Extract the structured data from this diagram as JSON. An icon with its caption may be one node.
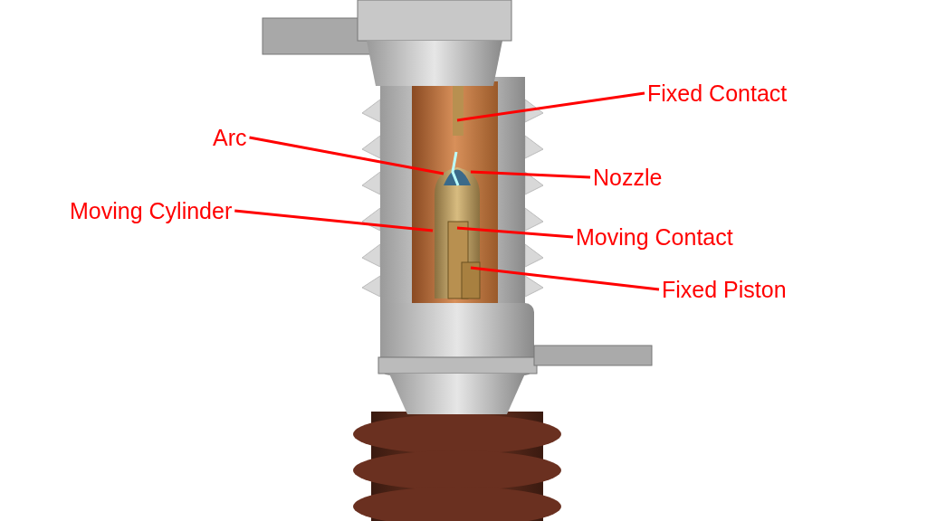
{
  "diagram": {
    "nodes": [
      {
        "text": [
          "Fixed Contact"
        ]
      },
      {
        "text": [
          "Arc"
        ]
      },
      {
        "text": [
          "Nozzle"
        ]
      },
      {
        "text": [
          "Moving Cylinder"
        ]
      },
      {
        "text": [
          "Moving Contact"
        ]
      },
      {
        "text": [
          "Fixed Piston"
        ]
      }
    ],
    "edges": [
      {
        "from": 0,
        "to": null,
        "arrow": "none"
      },
      {
        "from": 1,
        "to": null,
        "arrow": "none"
      },
      {
        "from": 2,
        "to": null,
        "arrow": "none"
      },
      {
        "from": 3,
        "to": null,
        "arrow": "none"
      },
      {
        "from": 4,
        "to": null,
        "arrow": "none"
      },
      {
        "from": 5,
        "to": null,
        "arrow": "none"
      }
    ]
  }
}
